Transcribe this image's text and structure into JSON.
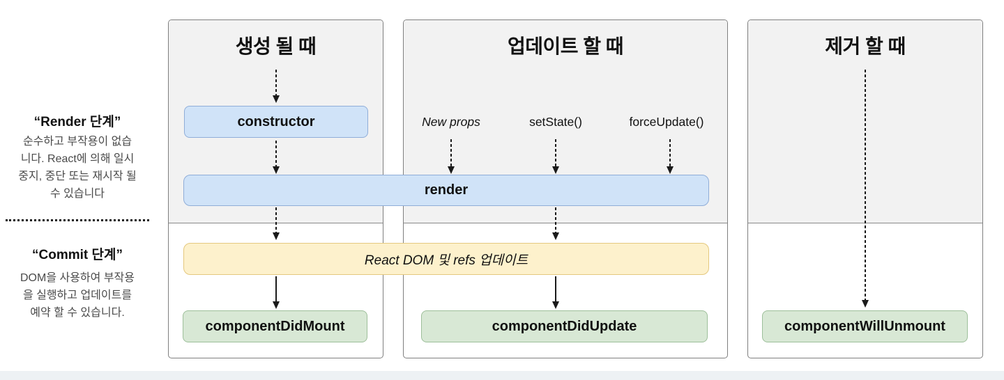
{
  "sidebar": {
    "render_phase": {
      "title": "“Render 단계”",
      "lines": {
        "0": "순수하고 부작용이 없습",
        "1": "니다. React에 의해 일시",
        "2": "중지, 중단 또는 재시작 될",
        "3": "수 있습니다"
      }
    },
    "commit_phase": {
      "title": "“Commit 단계”",
      "lines": {
        "0": "DOM을 사용하여 부작용",
        "1": "을 실행하고 업데이트를",
        "2": "예약 할 수 있습니다."
      }
    }
  },
  "columns": {
    "mount": {
      "title": "생성 될 때"
    },
    "update": {
      "title": "업데이트 할 때",
      "triggers": {
        "0": "New props",
        "1": "setState()",
        "2": "forceUpdate()"
      }
    },
    "unmount": {
      "title": "제거 할 때"
    }
  },
  "nodes": {
    "constructor": "constructor",
    "render": "render",
    "react_dom_update": "React DOM 및 refs 업데이트",
    "component_did_mount": "componentDidMount",
    "component_did_update": "componentDidUpdate",
    "component_will_unmount": "componentWillUnmount"
  },
  "colors": {
    "lifecycle_method_blue": "#d0e3f8",
    "lifecycle_method_blue_border": "#8fadd8",
    "side_effect_yellow": "#fdf1cc",
    "side_effect_yellow_border": "#e4c87e",
    "commit_method_green": "#d8e8d5",
    "commit_method_green_border": "#9dbf9a",
    "render_phase_bg": "#f2f2f2"
  }
}
